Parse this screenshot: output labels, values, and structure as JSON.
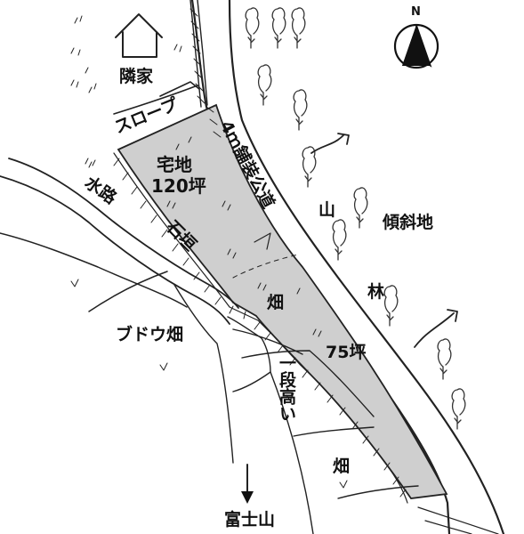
{
  "north_label": "N",
  "labels": {
    "neighbor_house": "隣家",
    "slope": "スロープ",
    "residential_lot": "宅地",
    "residential_area": "120坪",
    "paved_road": "4ｍ舗装公道",
    "mountain_forest_1": "山",
    "mountain_forest_2": "林",
    "sloped_land": "傾斜地",
    "waterway": "水路",
    "stone_wall": "石垣",
    "field_1": "畑",
    "field_area": "75坪",
    "grape_field": "ブドウ畑",
    "one_step_higher": "一段高い",
    "field_2": "畑",
    "mt_fuji": "富士山"
  },
  "colors": {
    "property_fill": "#cfcfcf",
    "ink": "#222222",
    "north_arrow": "#111111"
  },
  "icons": [
    "house-icon",
    "north-arrow-icon",
    "tree-icon",
    "curved-arrow-icon",
    "down-arrow-icon"
  ]
}
